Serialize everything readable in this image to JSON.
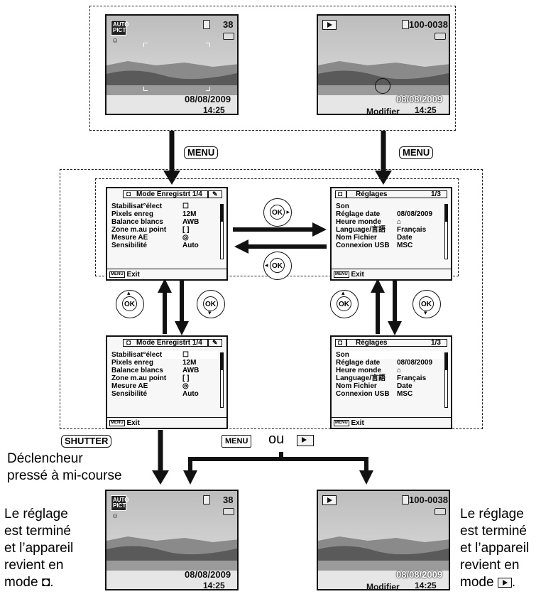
{
  "screens": {
    "capture": {
      "mode_badge": "AUTO PICT",
      "remaining": "38",
      "date": "08/08/2009",
      "time": "14:25"
    },
    "playback": {
      "file_number": "100-0038",
      "date": "08/08/2009",
      "time": "14:25",
      "edit_label": "Modifier"
    }
  },
  "menu_rec": {
    "tab_title": "Mode Enregistrt 1/4",
    "rows": [
      {
        "label": "Stabilisat°élect",
        "value": "☐"
      },
      {
        "label": "Pixels enreg",
        "value": "12M"
      },
      {
        "label": "Balance blancs",
        "value": "AWB"
      },
      {
        "label": "Zone m.au point",
        "value": "[ ]"
      },
      {
        "label": "Mesure AE",
        "value": "◎"
      },
      {
        "label": "Sensibilité",
        "value": "Auto"
      }
    ],
    "exit": "Exit",
    "menu_key": "MENU"
  },
  "menu_setup": {
    "tab_title": "Réglages",
    "page": "1/3",
    "rows": [
      {
        "label": "Son",
        "value": ""
      },
      {
        "label": "Réglage date",
        "value": "08/08/2009"
      },
      {
        "label": "Heure monde",
        "value": "⌂"
      },
      {
        "label": "Language/言語",
        "value": "Français"
      },
      {
        "label": "Nom Fichier",
        "value": "Date"
      },
      {
        "label": "Connexion USB",
        "value": "MSC"
      }
    ],
    "exit": "Exit",
    "menu_key": "MENU"
  },
  "buttons": {
    "menu": "MENU",
    "ok": "OK",
    "shutter": "SHUTTER",
    "ou": "ou"
  },
  "notes": {
    "shutter_half": [
      "Déclencheur",
      "pressé à mi-course"
    ],
    "left_result": [
      "Le réglage",
      "est terminé",
      "et l’appareil",
      "revient en",
      "mode"
    ],
    "right_result": [
      "Le réglage",
      "est terminé",
      "et l’appareil",
      "revient en",
      "mode"
    ]
  }
}
